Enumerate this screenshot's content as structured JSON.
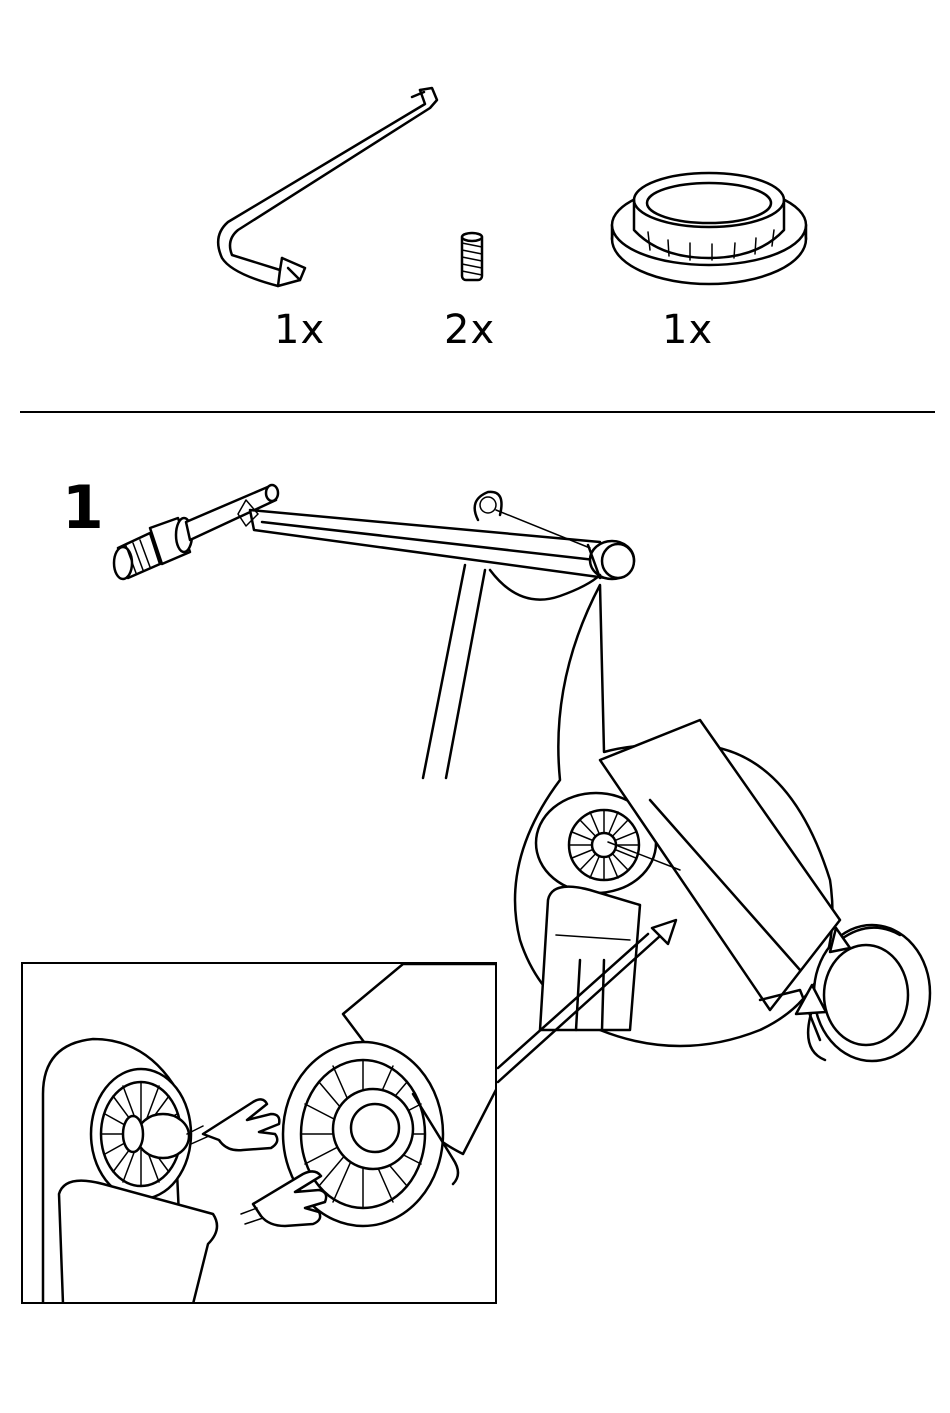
{
  "parts": [
    {
      "icon": "allen-key-icon",
      "quantity": "1x"
    },
    {
      "icon": "set-screw-icon",
      "quantity": "2x"
    },
    {
      "icon": "shade-ring-icon",
      "quantity": "1x"
    }
  ],
  "step": {
    "number": "1"
  }
}
